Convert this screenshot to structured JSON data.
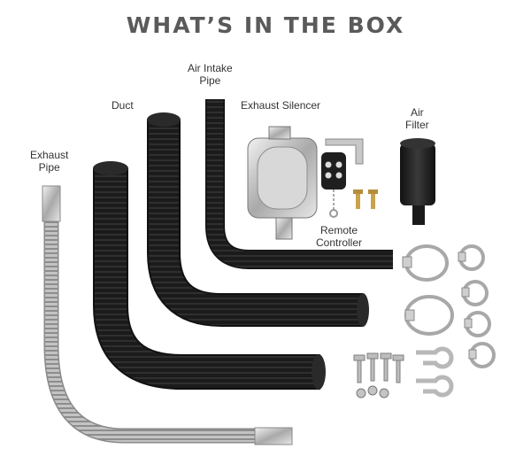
{
  "title": "WHAT’S IN THE BOX",
  "labels": {
    "air_intake_1": "Air Intake",
    "air_intake_2": "Pipe",
    "duct": "Duct",
    "exhaust_silencer": "Exhaust Silencer",
    "air_filter_1": "Air",
    "air_filter_2": "Filter",
    "exhaust_pipe_1": "Exhaust",
    "exhaust_pipe_2": "Pipe",
    "remote_1": "Remote",
    "remote_2": "Controller"
  },
  "colors": {
    "hose": "#1c1c1c",
    "hose_highlight": "#3a3a3a",
    "metal": "#b9b9b9",
    "metal_dark": "#8a8a8a",
    "title": "#5a5a5a"
  }
}
